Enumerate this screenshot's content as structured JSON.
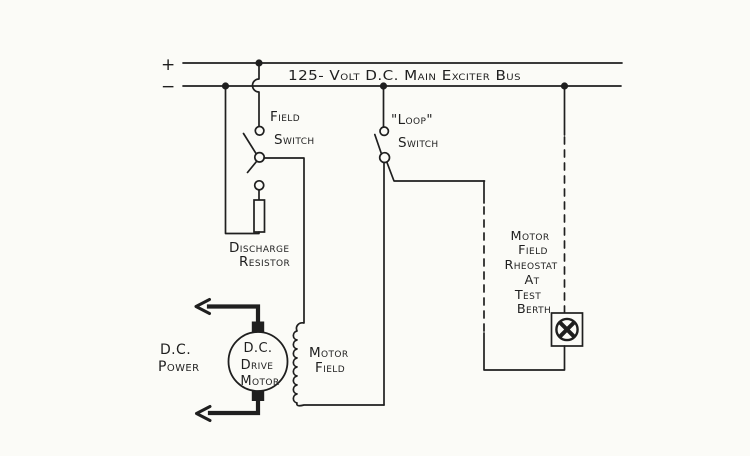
{
  "colors": {
    "ink": "#1f1f1f",
    "paper": "#fbfbf7"
  },
  "bus": {
    "positive_terminal": "+",
    "negative_terminal": "−",
    "label": "125- Volt D.C.  Main Exciter Bus"
  },
  "field_switch": {
    "line1": "Field",
    "line2": "Switch"
  },
  "loop_switch": {
    "line1": "\"Loop\"",
    "line2": "Switch"
  },
  "discharge_resistor": {
    "line1": "Discharge",
    "line2": "Resistor"
  },
  "motor_field": {
    "line1": "Motor",
    "line2": "Field"
  },
  "rheostat": {
    "line1": "Motor",
    "line2": "Field",
    "line3": "Rheostat",
    "line4": "At",
    "line5": "Test",
    "line6": "Berth"
  },
  "dc_power": {
    "line1": "D.C.",
    "line2": "Power"
  },
  "drive_motor": {
    "line1": "D.C.",
    "line2": "Drive",
    "line3": "Motor"
  }
}
